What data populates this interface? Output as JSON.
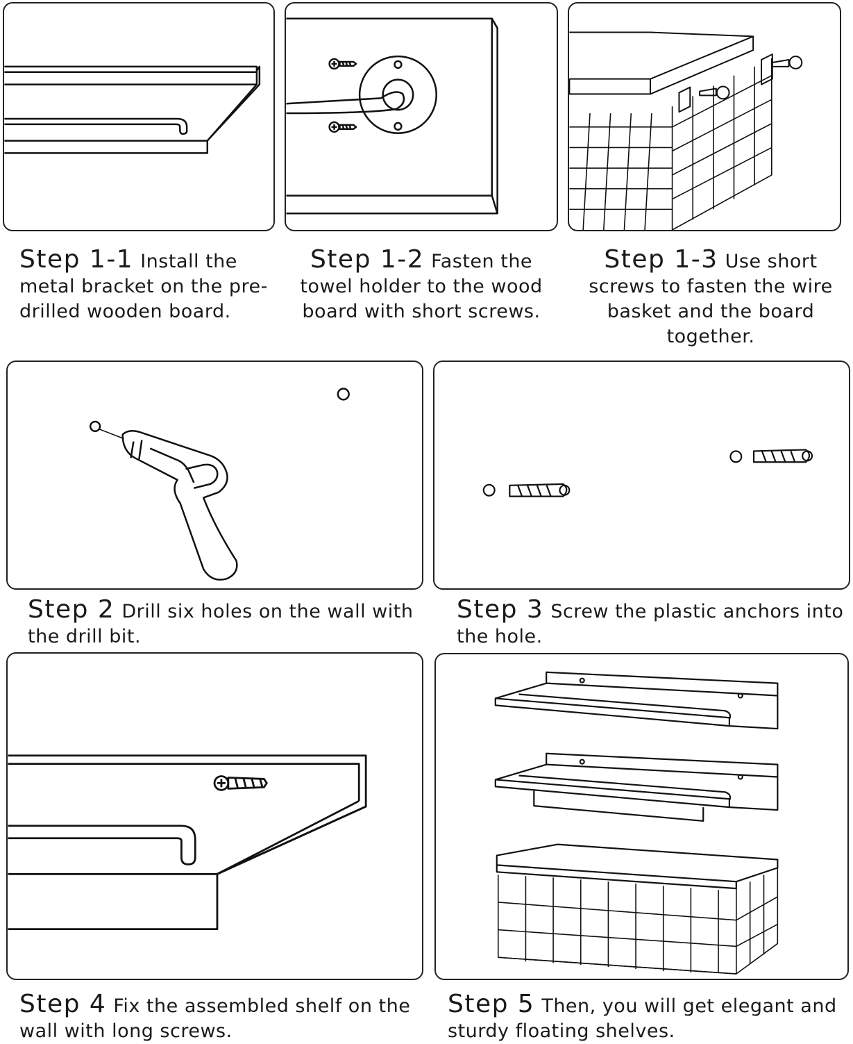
{
  "steps": [
    {
      "label": "Step 1-1",
      "text": "Install the metal bracket on the pre-drilled wooden board."
    },
    {
      "label": "Step 1-2",
      "text": "Fasten the towel holder to the wood board with short screws."
    },
    {
      "label": "Step 1-3",
      "text": "Use short screws to fasten the wire basket and the board together."
    },
    {
      "label": "Step 2",
      "text": "Drill six holes on the wall with the drill bit."
    },
    {
      "label": "Step 3",
      "text": "Screw the plastic anchors into the hole."
    },
    {
      "label": "Step 4",
      "text": "Fix the assembled shelf on the wall with long screws."
    },
    {
      "label": "Step 5",
      "text": "Then, you will get elegant and sturdy floating shelves."
    }
  ]
}
